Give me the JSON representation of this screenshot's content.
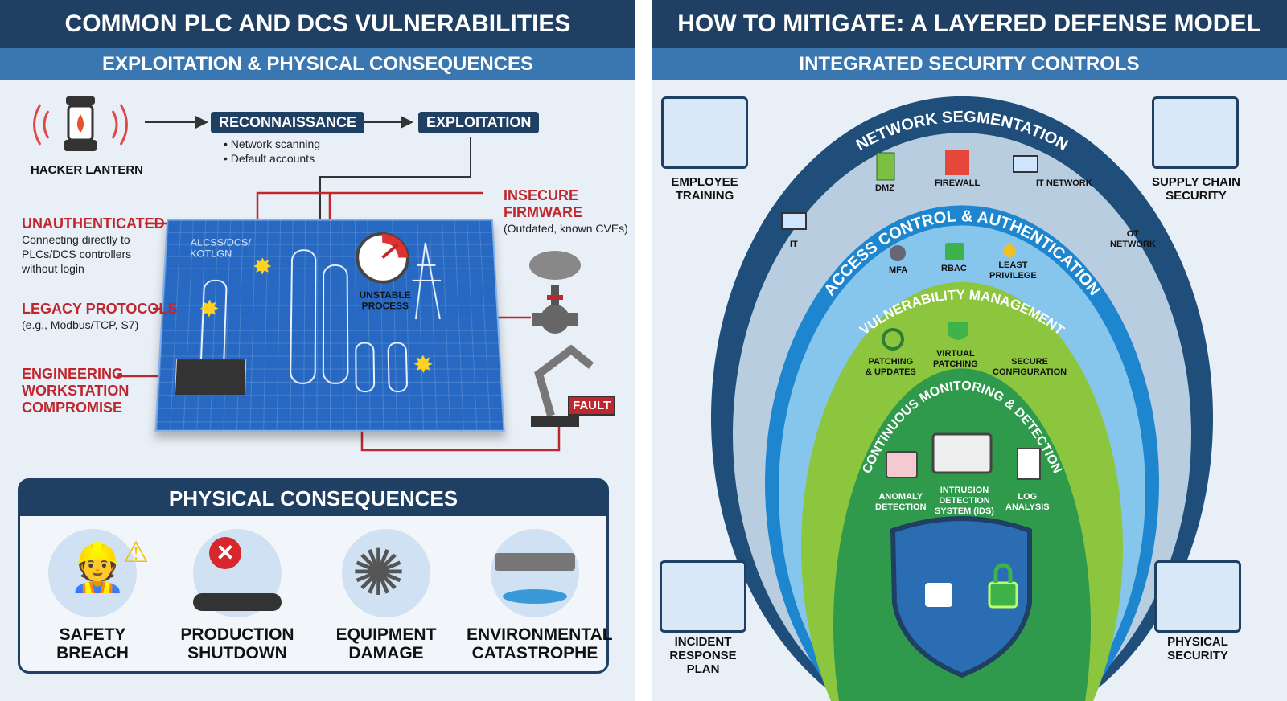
{
  "left": {
    "title": "COMMON PLC AND DCS VULNERABILITIES",
    "subtitle": "EXPLOITATION & PHYSICAL CONSEQUENCES",
    "hacker_label": "HACKER LANTERN",
    "flow": {
      "recon": "RECONNAISSANCE",
      "recon_notes": [
        "• Network scanning",
        "• Default accounts"
      ],
      "exploit": "EXPLOITATION"
    },
    "blueprint_label": [
      "ALCSS/DCS/",
      "KOTLGN"
    ],
    "gauge_label": [
      "UNSTABLE",
      "PROCESS"
    ],
    "fault_label": "FAULT",
    "vulns": [
      {
        "title": [
          "UNAUTHENTICATED"
        ],
        "desc": [
          "Connecting directly to",
          "PLCs/DCS controllers",
          "without login"
        ]
      },
      {
        "title": [
          "LEGACY PROTOCOLS"
        ],
        "desc": [
          "(e.g., Modbus/TCP, S7)"
        ]
      },
      {
        "title": [
          "ENGINEERING",
          "WORKSTATION",
          "COMPROMISE"
        ],
        "desc": []
      },
      {
        "title": [
          "INSECURE",
          "FIRMWARE"
        ],
        "desc": [
          "(Outdated, known CVEs)"
        ]
      }
    ],
    "consequences": {
      "title": "PHYSICAL CONSEQUENCES",
      "items": [
        {
          "label": [
            "SAFETY",
            "BREACH"
          ],
          "icon": "worker-warning-icon"
        },
        {
          "label": [
            "PRODUCTION",
            "SHUTDOWN"
          ],
          "icon": "conveyor-stop-icon"
        },
        {
          "label": [
            "EQUIPMENT",
            "DAMAGE"
          ],
          "icon": "broken-turbine-icon"
        },
        {
          "label": [
            "ENVIRONMENTAL",
            "CATASTROPHE"
          ],
          "icon": "leaking-pipe-icon"
        }
      ]
    }
  },
  "right": {
    "title": "HOW TO MITIGATE: A LAYERED DEFENSE MODEL",
    "subtitle": "INTEGRATED SECURITY CONTROLS",
    "corners": {
      "tl": [
        "EMPLOYEE",
        "TRAINING"
      ],
      "tr": [
        "SUPPLY CHAIN",
        "SECURITY"
      ],
      "bl": [
        "INCIDENT",
        "RESPONSE",
        "PLAN"
      ],
      "br": [
        "PHYSICAL",
        "SECURITY"
      ]
    },
    "layers": {
      "segmentation": {
        "title": "NETWORK SEGMENTATION",
        "items": [
          "DMZ",
          "FIREWALL",
          "IT NETWORK",
          "IT",
          "OT",
          "NETWORK"
        ]
      },
      "access": {
        "title": "ACCESS CONTROL & AUTHENTICATION",
        "items": [
          "MFA",
          "RBAC",
          "LEAST",
          "PRIVILEGE"
        ]
      },
      "vuln": {
        "title": "VULNERABILITY MANAGEMENT",
        "items": [
          "PATCHING",
          "& UPDATES",
          "VIRTUAL",
          "PATCHING",
          "SECURE",
          "CONFIGURATION"
        ]
      },
      "monitor": {
        "title": "CONTINUOUS MONITORING & DETECTION",
        "items": [
          "ANOMALY",
          "DETECTION",
          "INTRUSION",
          "DETECTION",
          "SYSTEM (IDS)",
          "LOG",
          "ANALYSIS"
        ]
      }
    },
    "colors": {
      "outer": "#1f4e7a",
      "segment": "#b8cde0",
      "access": "#1d86cf",
      "access_fill": "#86c5ec",
      "vuln": "#8cc63f",
      "monitor": "#2f9a4b"
    }
  }
}
